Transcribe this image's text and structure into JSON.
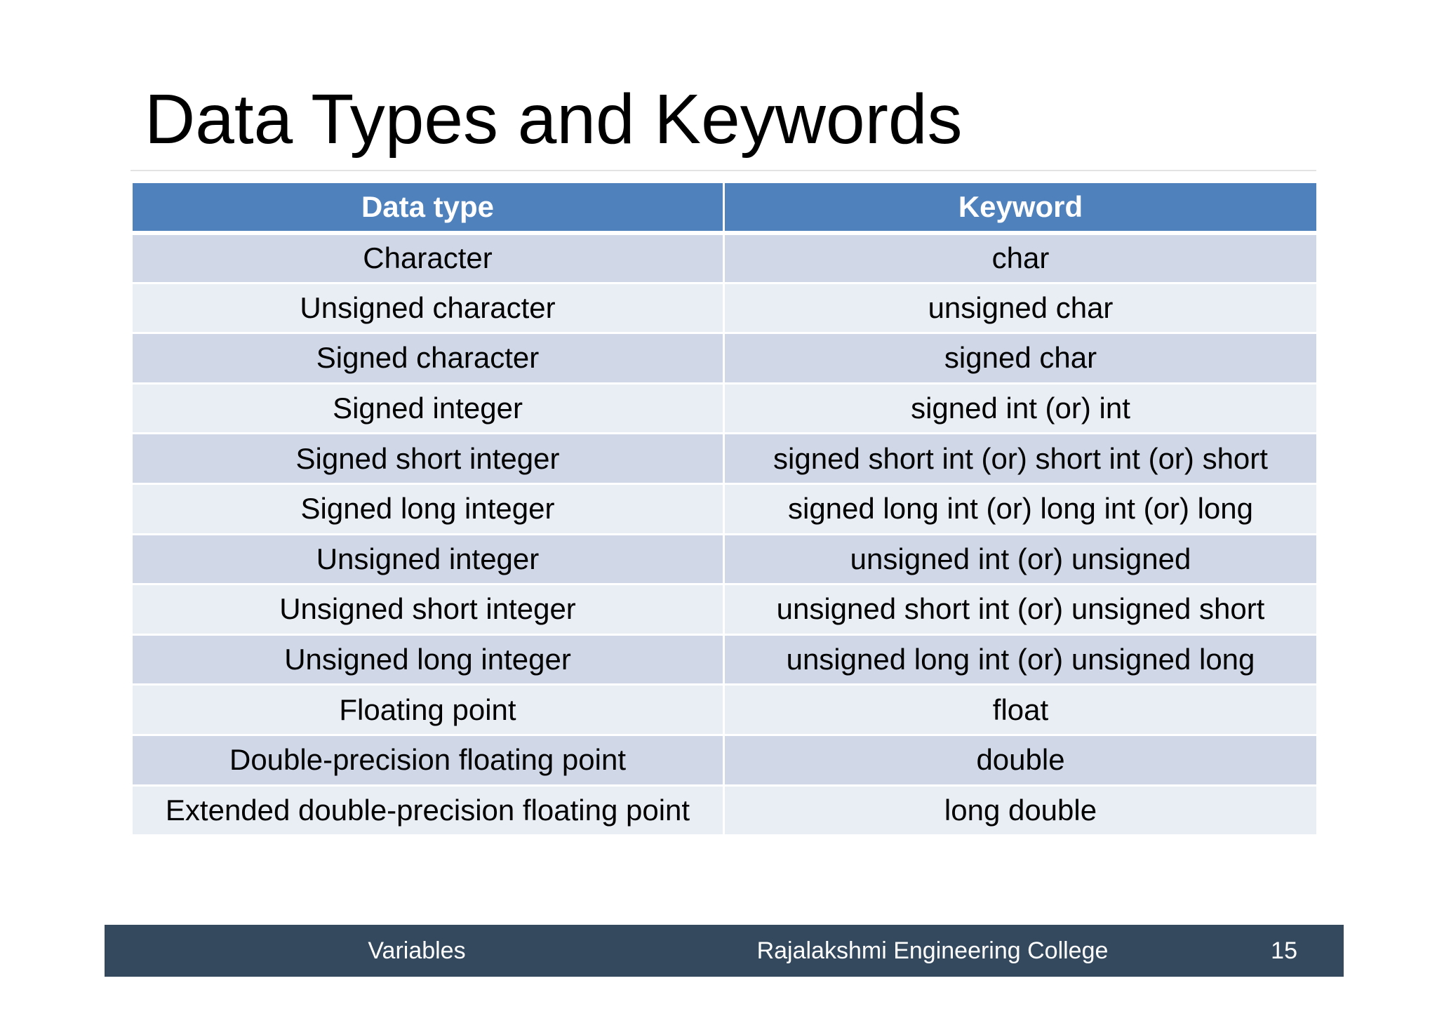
{
  "slide": {
    "title": "Data Types and Keywords"
  },
  "table": {
    "headers": [
      "Data type",
      "Keyword"
    ],
    "rows": [
      [
        "Character",
        "char"
      ],
      [
        "Unsigned character",
        "unsigned char"
      ],
      [
        "Signed character",
        "signed char"
      ],
      [
        "Signed integer",
        "signed int (or) int"
      ],
      [
        "Signed short integer",
        "signed short int (or) short int (or) short"
      ],
      [
        "Signed long integer",
        "signed long int (or) long int (or) long"
      ],
      [
        "Unsigned integer",
        "unsigned int (or) unsigned"
      ],
      [
        "Unsigned short integer",
        "unsigned short int (or) unsigned short"
      ],
      [
        "Unsigned long integer",
        "unsigned long int (or) unsigned long"
      ],
      [
        "Floating point",
        "float"
      ],
      [
        "Double-precision floating point",
        "double"
      ],
      [
        "Extended double-precision floating point",
        "long double"
      ]
    ]
  },
  "footer": {
    "left": "Variables",
    "center": "Rajalakshmi Engineering College",
    "page": "15"
  },
  "colors": {
    "header_bg": "#4f81bd",
    "row_odd_bg": "#d0d8e8",
    "row_even_bg": "#e9edf4",
    "footer_bg": "#34495e"
  }
}
